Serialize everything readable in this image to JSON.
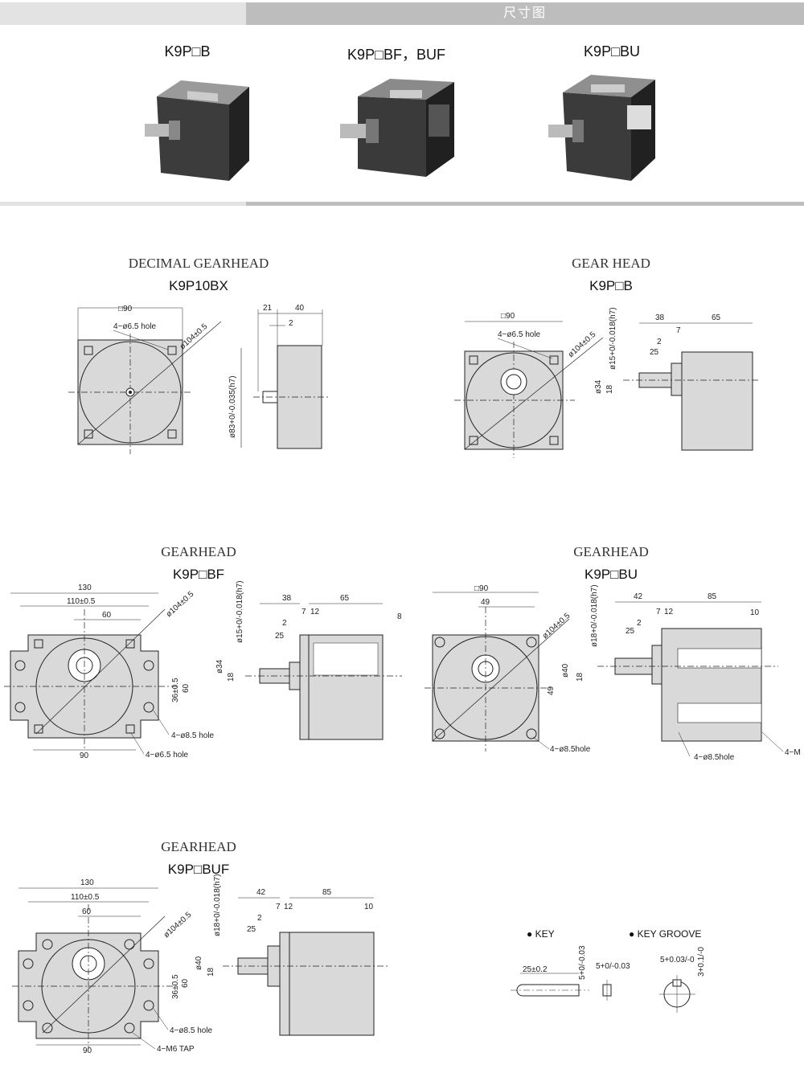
{
  "header": {
    "title": "尺寸图"
  },
  "products": [
    {
      "label": "K9P□B"
    },
    {
      "label": "K9P□BF，BUF"
    },
    {
      "label": "K9P□BU"
    }
  ],
  "sections": {
    "s1": {
      "title": "DECIMAL GEARHEAD",
      "model": "K9P10BX",
      "dims": [
        "□90",
        "4−ø6.5 hole",
        "ø104±0.5",
        "21",
        "40",
        "2",
        "ø83+0/-0.035(h7)"
      ]
    },
    "s2": {
      "title": "GEAR HEAD",
      "model": "K9P□B",
      "dims": [
        "□90",
        "4−ø6.5 hole",
        "ø104±0.5",
        "38",
        "65",
        "7",
        "2",
        "25",
        "ø15+0/-0.018(h7)",
        "ø34",
        "18"
      ]
    },
    "s3": {
      "title": "GEARHEAD",
      "model": "K9P□BF",
      "dims": [
        "130",
        "110±0.5",
        "60",
        "ø104±0.5",
        "36±0.5",
        "60",
        "4−ø8.5 hole",
        "90",
        "4−ø6.5 hole",
        "38",
        "65",
        "7",
        "12",
        "8",
        "2",
        "25",
        "ø15+0/-0.018(h7)",
        "ø34",
        "18"
      ]
    },
    "s4": {
      "title": "GEARHEAD",
      "model": "K9P□BU",
      "dims": [
        "□90",
        "49",
        "ø104±0.5",
        "ø40",
        "49",
        "4−ø8.5hole",
        "42",
        "85",
        "7",
        "12",
        "10",
        "2",
        "25",
        "ø18+0/-0.018(h7)",
        "18",
        "4−ø8.5hole",
        "4−M"
      ]
    },
    "s5": {
      "title": "GEARHEAD",
      "model": "K9P□BUF",
      "dims": [
        "130",
        "110±0.5",
        "60",
        "ø104±0.5",
        "36±0.5",
        "60",
        "4−ø8.5 hole",
        "90",
        "4−M6 TAP",
        "42",
        "85",
        "7",
        "12",
        "10",
        "2",
        "25",
        "ø18+0/-0.018(h7)",
        "ø40",
        "18"
      ]
    }
  },
  "key": {
    "key_label": "● KEY",
    "groove_label": "● KEY GROOVE",
    "dims": [
      "25±0.2",
      "5+0/-0.03",
      "5+0/-0.03",
      "5+0.03/-0",
      "3+0.1/-0"
    ]
  }
}
